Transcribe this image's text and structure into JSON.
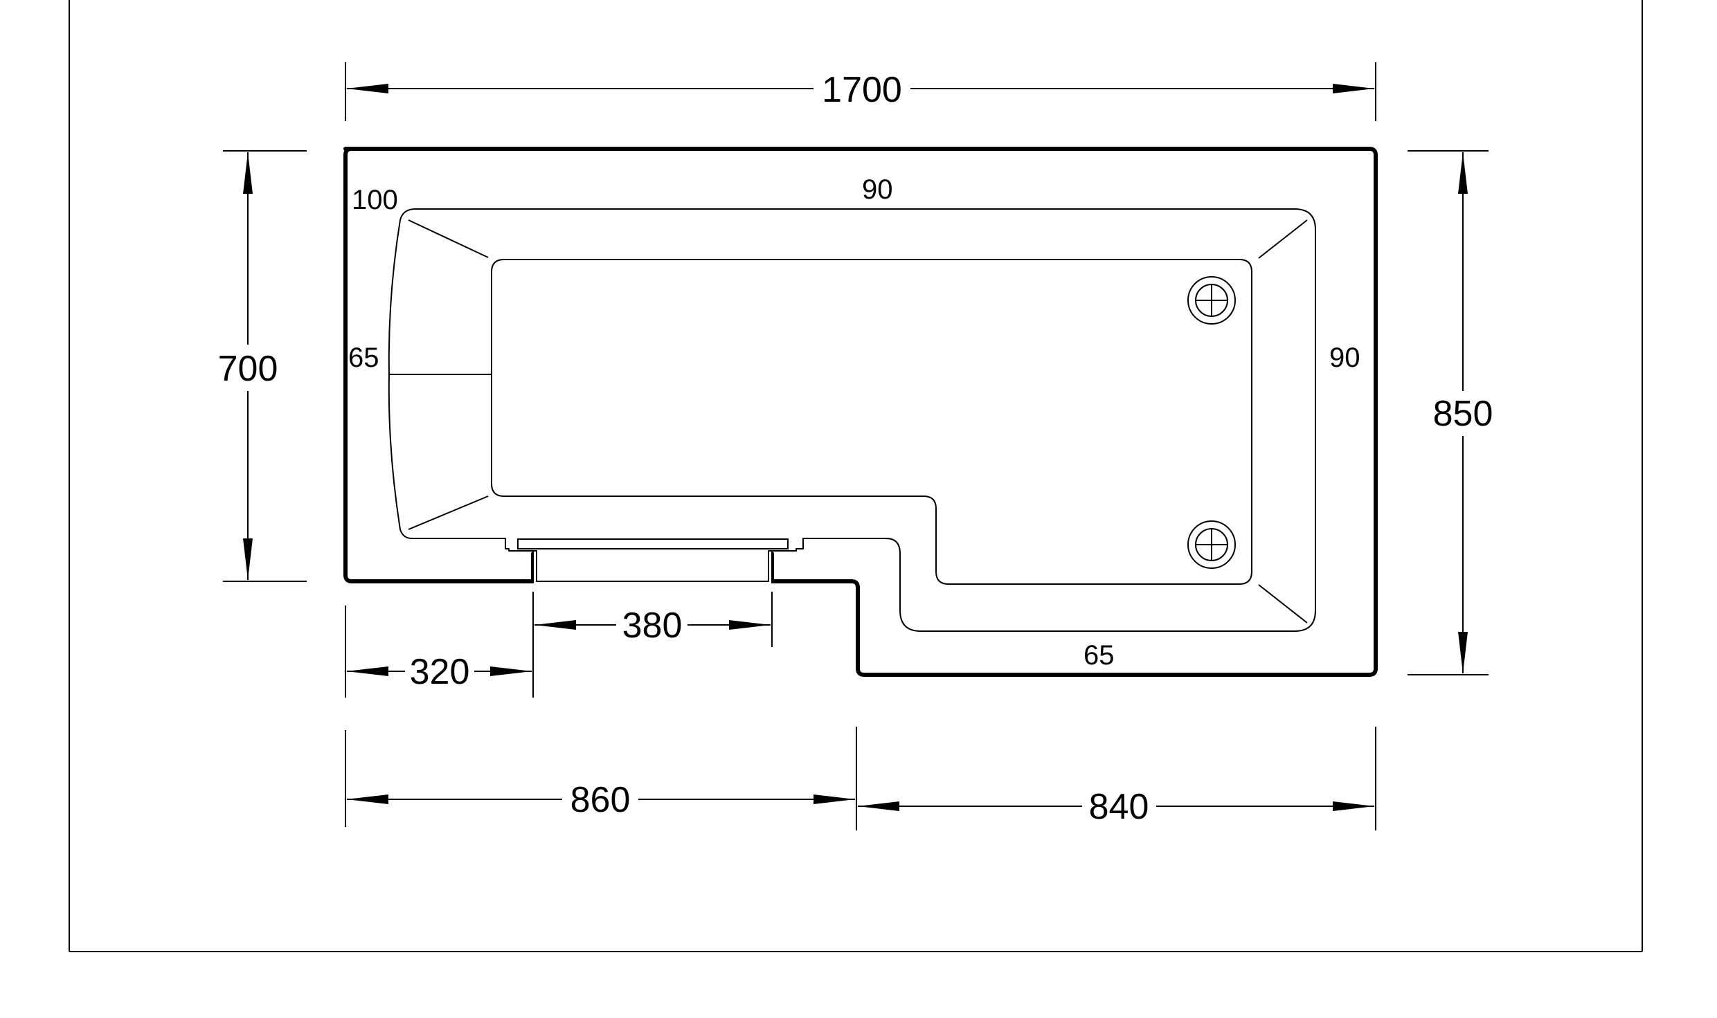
{
  "dimensions": {
    "overall_length": "1700",
    "left_height": "700",
    "right_height": "850",
    "left_offset": "320",
    "panel_width": "380",
    "left_section": "860",
    "right_section": "840"
  },
  "rim_widths": {
    "top_left_corner": "100",
    "top": "90",
    "left": "65",
    "right": "90",
    "bottom": "65"
  },
  "features": {
    "drain_icons": [
      "plus-circle-icon",
      "plus-circle-icon"
    ]
  },
  "colors": {
    "line": "#000000",
    "background": "#ffffff"
  }
}
